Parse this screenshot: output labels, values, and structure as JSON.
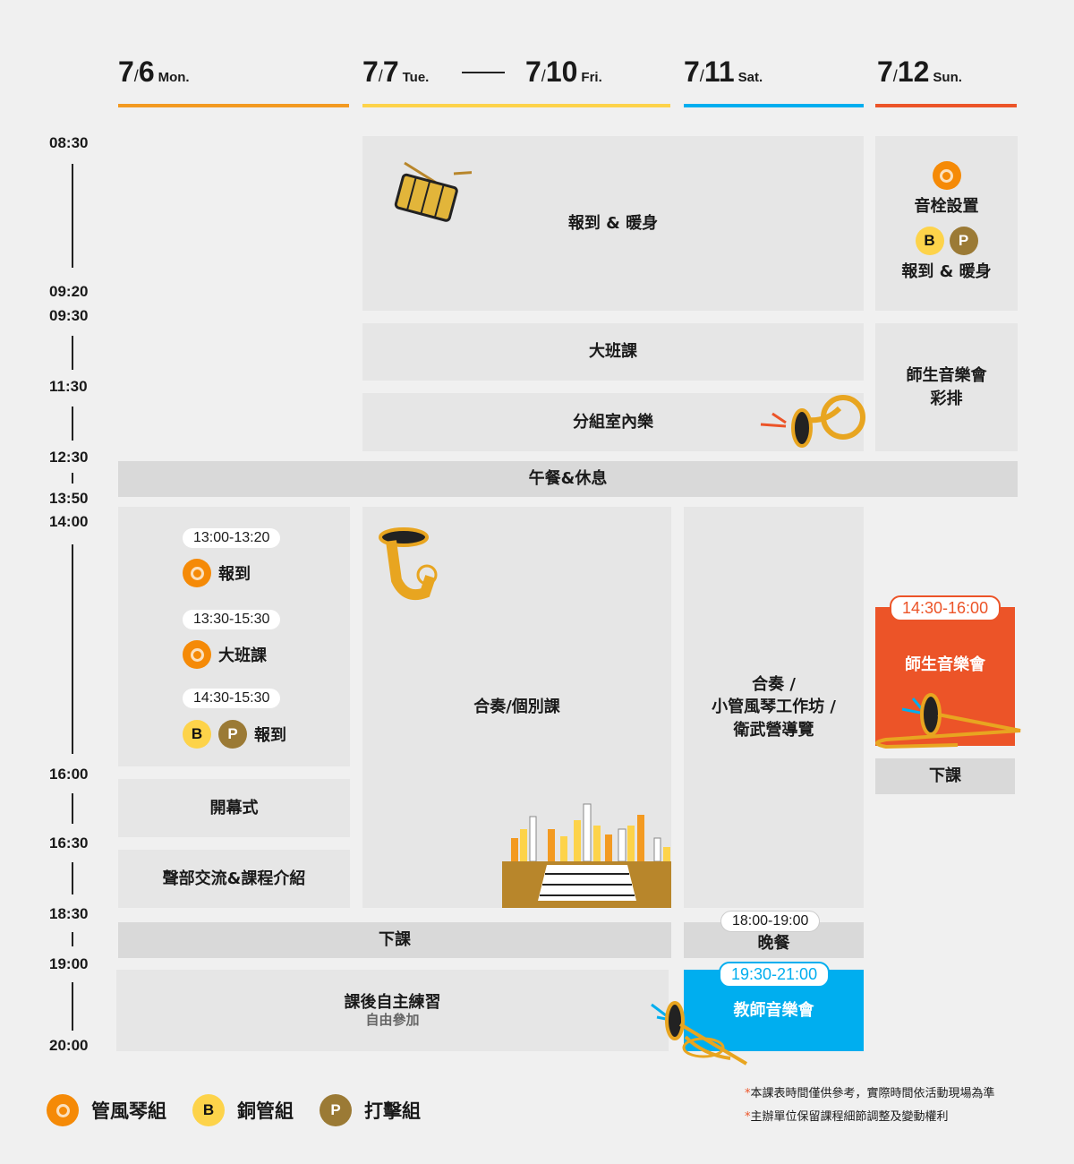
{
  "header": {
    "days": [
      {
        "month": "7",
        "day": "6",
        "weekday": "Mon."
      },
      {
        "month": "7",
        "day": "7",
        "weekday": "Tue."
      },
      {
        "month": "7",
        "day": "10",
        "weekday": "Fri."
      },
      {
        "month": "7",
        "day": "11",
        "weekday": "Sat."
      },
      {
        "month": "7",
        "day": "12",
        "weekday": "Sun."
      }
    ]
  },
  "colors": {
    "orange": "#f58a07",
    "yellow": "#fdd34a",
    "blue": "#00aeef",
    "red": "#ec5428",
    "brown": "#9b7a35"
  },
  "times": [
    "08:30",
    "09:20",
    "09:30",
    "11:30",
    "12:30",
    "13:50",
    "14:00",
    "16:00",
    "16:30",
    "18:30",
    "19:00",
    "20:00"
  ],
  "events": {
    "checkin_warmup": "報到 & 暖身",
    "sun_stop_setup": "音栓設置",
    "sun_checkin_warmup": "報到 & 暖身",
    "big_class": "大班課",
    "chamber": "分組室內樂",
    "sun_rehearsal_1": "師生音樂會",
    "sun_rehearsal_2": "彩排",
    "lunch": "午餐&休息",
    "mon_items": [
      {
        "time": "13:00-13:20",
        "label": "報到"
      },
      {
        "time": "13:30-15:30",
        "label": "大班課"
      },
      {
        "time": "14:30-15:30",
        "label": "報到"
      }
    ],
    "ensemble": "合奏/個別課",
    "sat_1": "合奏 /",
    "sat_2": "小管風琴工作坊 /",
    "sat_3": "衛武營導覽",
    "sun_concert_time": "14:30-16:00",
    "sun_concert": "師生音樂會",
    "sun_dismiss": "下課",
    "opening": "開幕式",
    "sections": "聲部交流&課程介紹",
    "dismiss": "下課",
    "dinner_time": "18:00-19:00",
    "dinner": "晚餐",
    "practice": "課後自主練習",
    "practice_sub": "自由參加",
    "teacher_concert_time": "19:30-21:00",
    "teacher_concert": "教師音樂會"
  },
  "legend": [
    {
      "badge": "O",
      "label": "管風琴組"
    },
    {
      "badge": "B",
      "label": "銅管組"
    },
    {
      "badge": "P",
      "label": "打擊組"
    }
  ],
  "notes": [
    "本課表時間僅供參考，實際時間依活動現場為準",
    "主辦單位保留課程細節調整及變動權利"
  ]
}
